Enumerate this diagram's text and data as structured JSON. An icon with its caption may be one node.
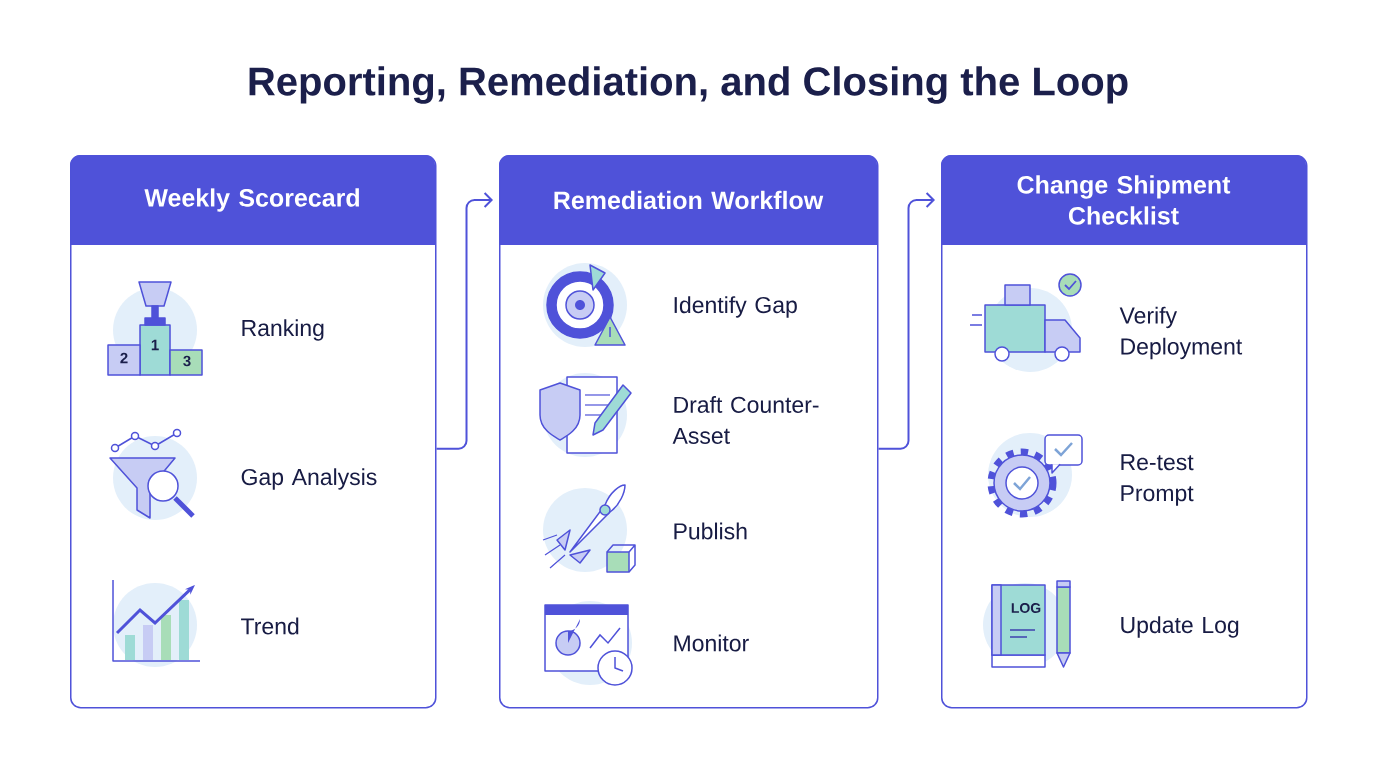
{
  "diagram": {
    "title": "Reporting, Remediation, and Closing the Loop",
    "nodes": [
      {
        "text": [
          "Weekly Scorecard"
        ]
      },
      {
        "text": [
          "Remediation Workflow"
        ]
      },
      {
        "text": [
          "Change Shipment Checklist"
        ]
      }
    ],
    "edges": [
      {
        "from": 0,
        "to": 1,
        "arrow": "to"
      },
      {
        "from": 1,
        "to": 2,
        "arrow": "to"
      }
    ],
    "labels": [
      "1",
      "2",
      "3",
      "Ranking",
      "Gap Analysis",
      "Trend",
      "Identify Gap",
      "Draft Counter-Asset",
      "Publish",
      "Monitor",
      "Verify Deployment",
      "Re-test Prompt",
      "LOG",
      "Update Log"
    ]
  }
}
